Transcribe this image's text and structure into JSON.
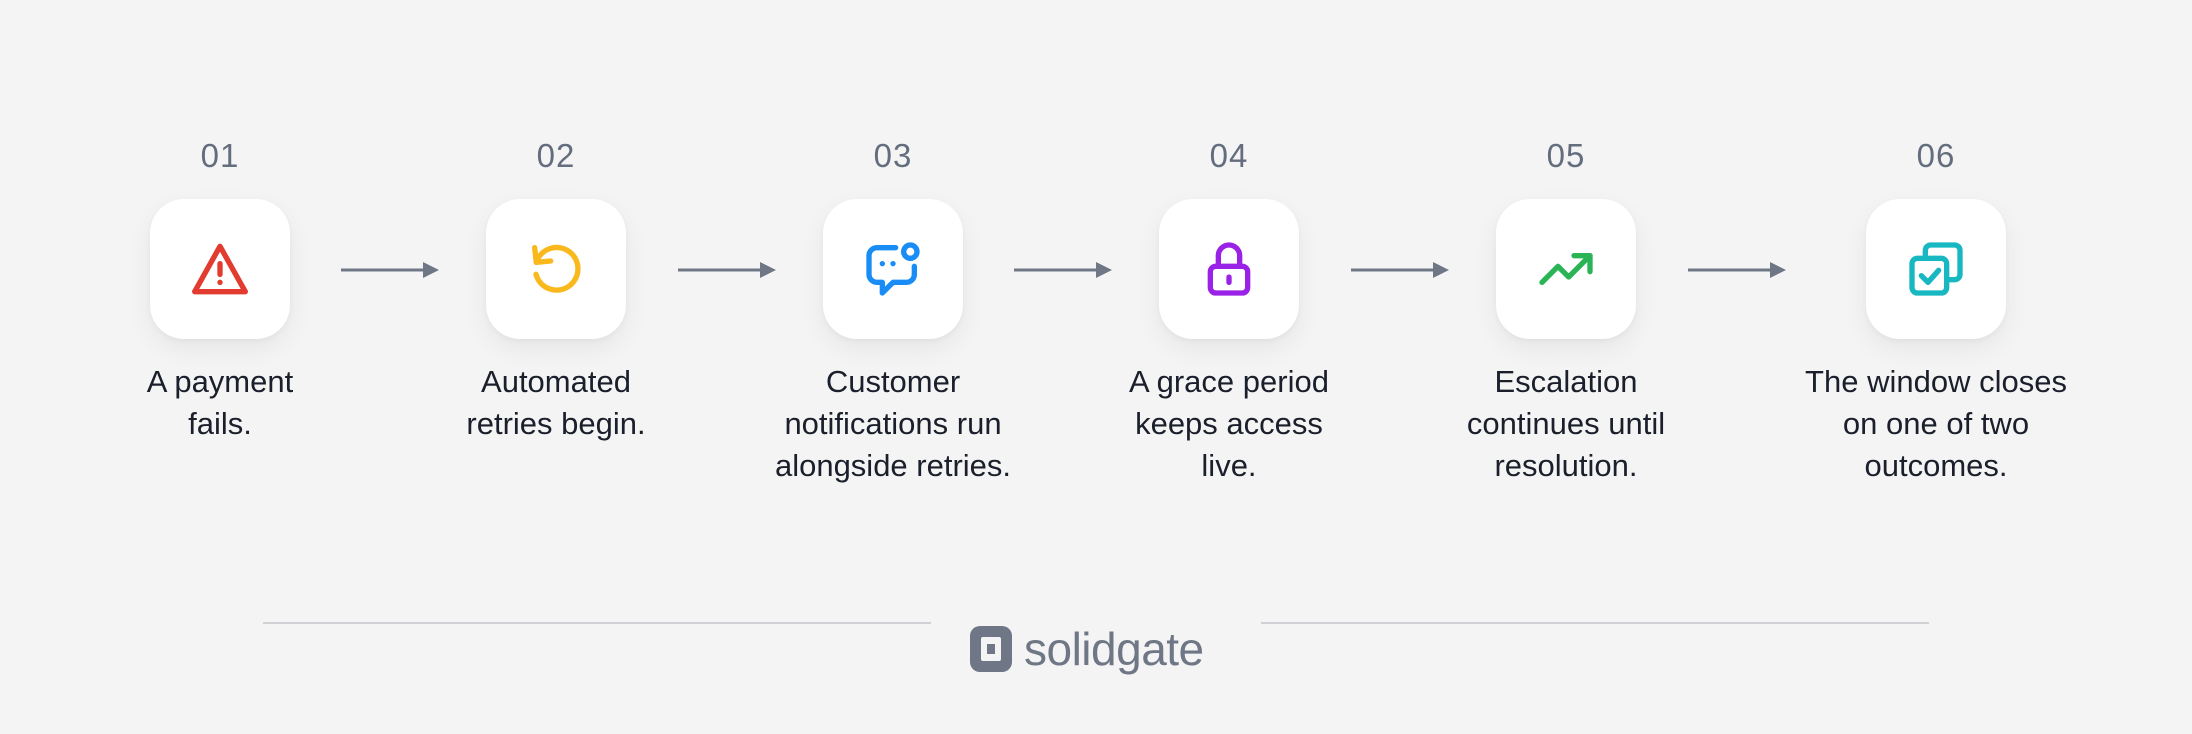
{
  "steps": [
    {
      "number": "01",
      "text_lines": [
        "A payment",
        "fails."
      ],
      "icon": "warning-triangle-icon",
      "color": "#e23b30"
    },
    {
      "number": "02",
      "text_lines": [
        "Automated",
        "retries begin."
      ],
      "icon": "retry-rotate-icon",
      "color": "#f9b81c"
    },
    {
      "number": "03",
      "text_lines": [
        "Customer",
        "notifications run",
        "alongside retries."
      ],
      "icon": "chat-notification-icon",
      "color": "#1a8cf6"
    },
    {
      "number": "04",
      "text_lines": [
        "A grace period",
        "keeps access",
        "live."
      ],
      "icon": "lock-icon",
      "color": "#9a22e6"
    },
    {
      "number": "05",
      "text_lines": [
        "Escalation",
        "continues until",
        "resolution."
      ],
      "icon": "trending-up-icon",
      "color": "#2bb456"
    },
    {
      "number": "06",
      "text_lines": [
        "The window closes",
        "on one of two",
        "outcomes."
      ],
      "icon": "copy-check-icon",
      "color": "#18b8c2"
    }
  ],
  "arrow_color": "#6f7786",
  "footer": {
    "brand": "solidgate",
    "brand_color": "#6f7786"
  }
}
